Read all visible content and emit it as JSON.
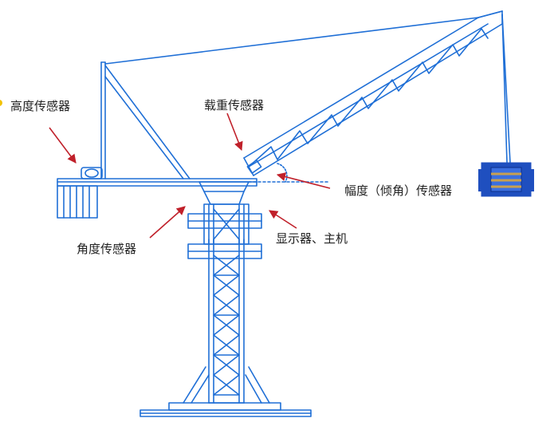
{
  "labels": {
    "height_sensor": "高度传感器",
    "load_sensor": "载重传感器",
    "range_sensor": "幅度（倾角）传感器",
    "angle_sensor": "角度传感器",
    "display_host": "显示器、主机"
  },
  "colors": {
    "structure": "#1f6fd6",
    "arrow": "#c0202a",
    "hook_fill": "#1f4fbf",
    "hook_band": "#c8a050",
    "text": "#222222"
  }
}
